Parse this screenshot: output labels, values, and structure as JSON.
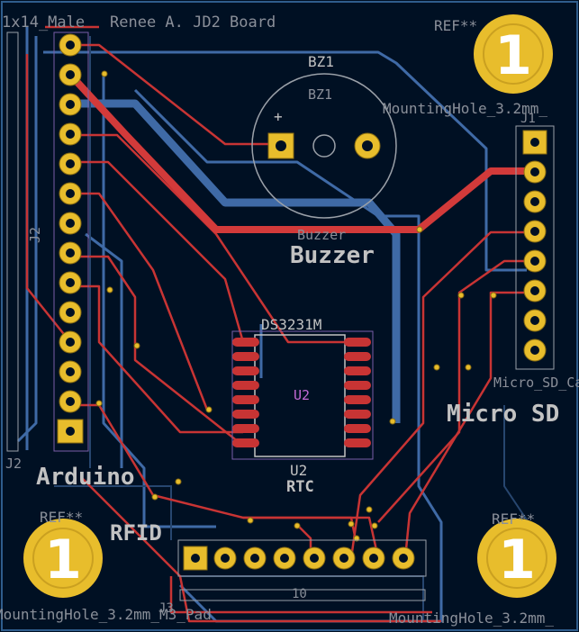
{
  "board": {
    "title_text": "Renee A. JD2 Board",
    "header_ref": "1x14_Male"
  },
  "labels": {
    "arduino": "Arduino",
    "rfid": "RFID",
    "buzzer": "Buzzer",
    "rtc": "RTC",
    "micro_sd": "Micro SD"
  },
  "refs": {
    "bz1_top": "BZ1",
    "bz1_inner": "BZ1",
    "buzzer_value": "Buzzer",
    "j1": "J1",
    "j2_side": "J2",
    "j2_bottom": "J2",
    "j3": "J3",
    "u2_part": "DS3231M",
    "u2_center": "U2",
    "u2_ref": "U2",
    "ref_tr": "REF**",
    "ref_bl": "REF**",
    "ref_br": "REF**",
    "micro_sd_card": "Micro_SD_Ca",
    "rfid_value": "10",
    "plus_mark": "+"
  },
  "mounting_holes": [
    {
      "number": "1",
      "label": "MountingHole_3.2mm_",
      "corner": "top-right"
    },
    {
      "number": "1",
      "label": "MountingHole_3.2mm_M3_Pad",
      "corner": "bottom-left"
    },
    {
      "number": "1",
      "label": "MountingHole_3.2mm_",
      "corner": "bottom-right"
    }
  ],
  "colors": {
    "board": "#001023",
    "copper_front": "#c83434",
    "copper_back": "#4d7fc4",
    "edge": "#2f5d8c",
    "pad": "#e8bd2c",
    "silkscreen": "#c2c2c2",
    "smd_pad": "#c83434"
  },
  "icons": [
    "mounting-hole-icon",
    "through-hole-pad-icon",
    "smd-pad-icon",
    "buzzer-outline-icon"
  ]
}
